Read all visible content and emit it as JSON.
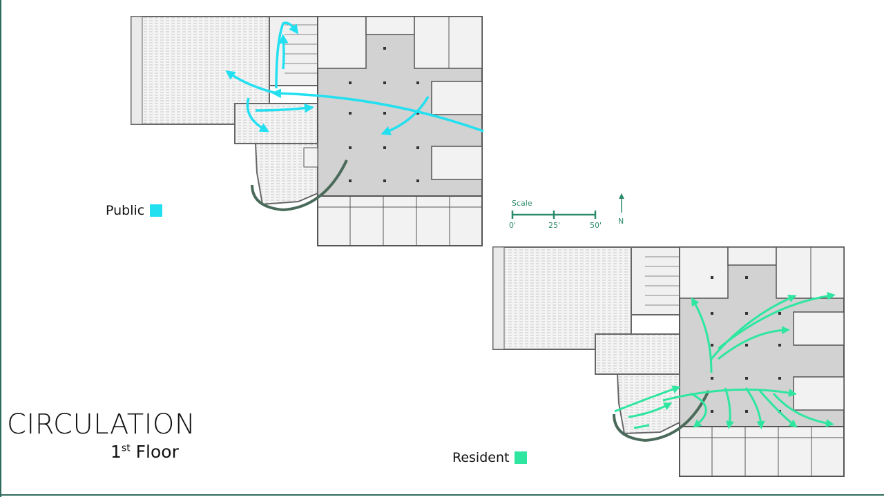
{
  "title": "CIRCULATION",
  "subtitle": {
    "number": "1",
    "ordinal": "st",
    "rest": " Floor"
  },
  "legend": {
    "public": {
      "label": "Public",
      "color": "#22e0f0"
    },
    "resident": {
      "label": "Resident",
      "color": "#2ee6a0"
    }
  },
  "scale": {
    "label": "Scale",
    "ticks": [
      "0'",
      "25'",
      "50'"
    ]
  },
  "north": {
    "label": "N",
    "icon": "north-arrow-icon"
  },
  "colors": {
    "accent": "#2a8a6a",
    "plan_fill": "#d2d2d2",
    "wall": "#555555",
    "edge": "#2e6b5c"
  }
}
